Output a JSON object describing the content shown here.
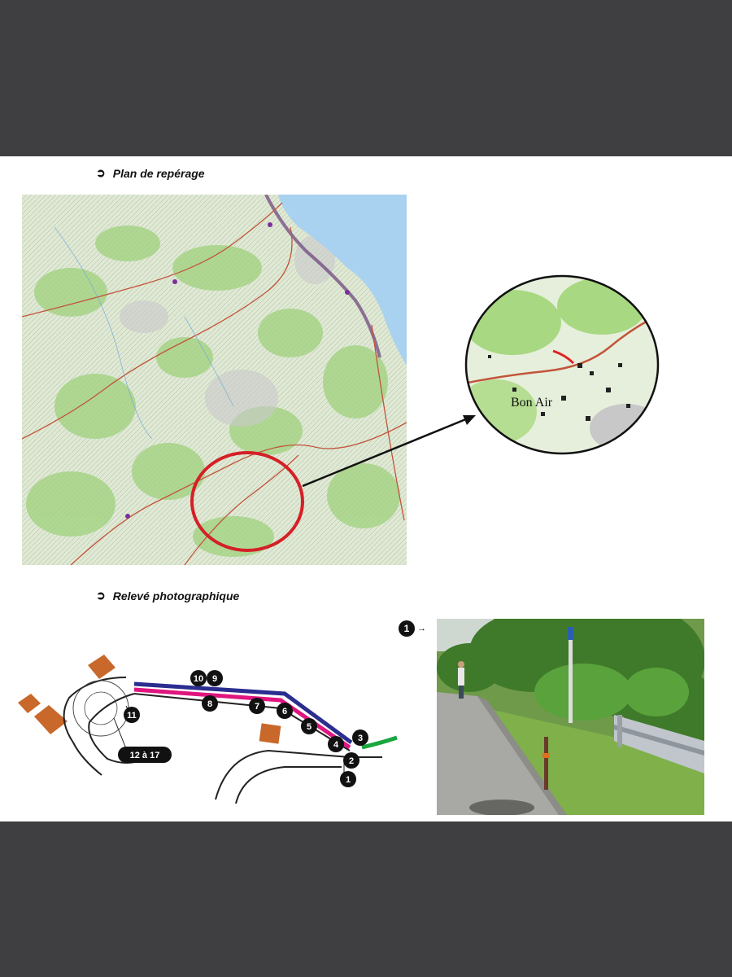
{
  "sections": {
    "location_plan": {
      "arrow": "➲",
      "title": "Plan de repérage"
    },
    "photo_survey": {
      "arrow": "➲",
      "title": "Relevé photographique"
    }
  },
  "zoom_map": {
    "place_label": "Bon Air"
  },
  "schema": {
    "points": {
      "p1": "1",
      "p2": "2",
      "p3": "3",
      "p4": "4",
      "p5": "5",
      "p6": "6",
      "p7": "7",
      "p8": "8",
      "p9": "9",
      "p10": "10",
      "p11": "11",
      "p12_17": "12 à 17"
    }
  },
  "photo": {
    "marker": "1",
    "marker_arrow": "→"
  },
  "colors": {
    "page_bg": "#3f3f41",
    "circle_red": "#d42027",
    "route_blue": "#2b2d8f",
    "route_magenta": "#e0157f",
    "route_green": "#1aa640",
    "building_orange": "#c8682a"
  }
}
